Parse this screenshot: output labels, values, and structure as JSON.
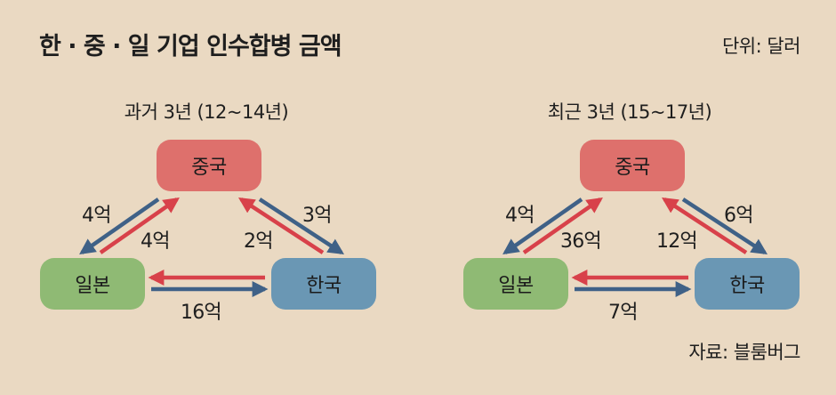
{
  "title": "한 · 중 · 일 기업 인수합병 금액",
  "unit": "단위: 달러",
  "source": "자료: 블룸버그",
  "colors": {
    "background": "#ead9c2",
    "china": "#de706c",
    "japan": "#8fba74",
    "korea": "#6a97b4",
    "arrow_red": "#d8414a",
    "arrow_blue": "#3f6187"
  },
  "nodes": {
    "china": "중국",
    "japan": "일본",
    "korea": "한국"
  },
  "panels": [
    {
      "title": "과거 3년 (12~14년)",
      "flows": {
        "china_to_japan": "4억",
        "japan_to_china": "4억",
        "china_to_korea": "3억",
        "korea_to_china": "2억",
        "korea_to_japan": "",
        "japan_to_korea": "16억"
      }
    },
    {
      "title": "최근 3년 (15~17년)",
      "flows": {
        "china_to_japan": "4억",
        "japan_to_china": "36억",
        "china_to_korea": "6억",
        "korea_to_china": "12억",
        "korea_to_japan": "",
        "japan_to_korea": "7억"
      }
    }
  ]
}
